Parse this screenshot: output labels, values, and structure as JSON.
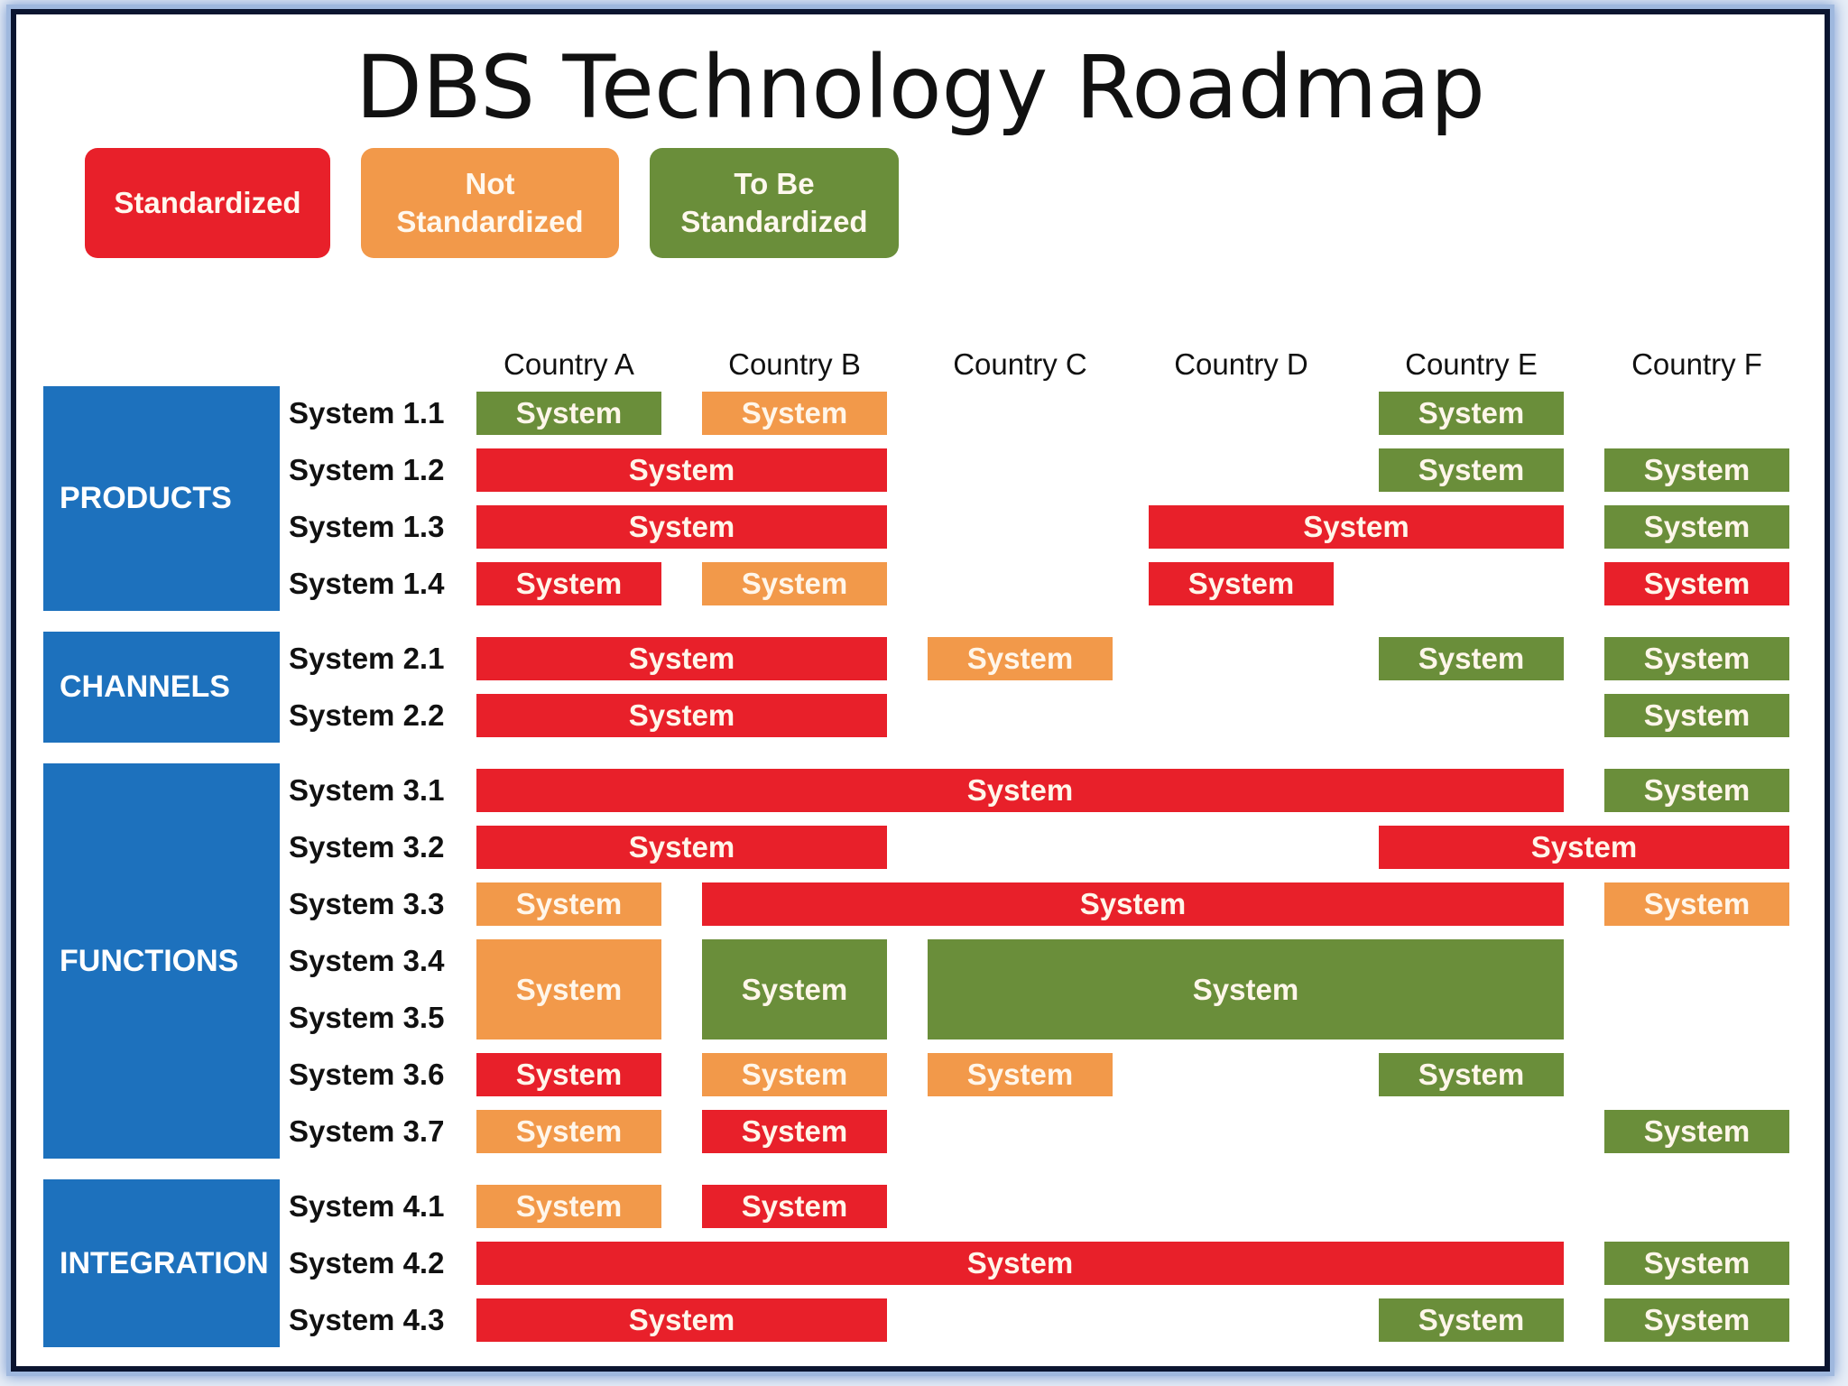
{
  "title": "DBS Technology Roadmap",
  "colors": {
    "standardized": "#e8202a",
    "not_standardized": "#f2994a",
    "to_be_standardized": "#6a8e3a",
    "section": "#1d71bd"
  },
  "legend": [
    {
      "key": "standardized",
      "label": "Standardized"
    },
    {
      "key": "not_standardized",
      "label": "Not\nStandardized"
    },
    {
      "key": "to_be_standardized",
      "label": "To Be\nStandardized"
    }
  ],
  "countries": [
    "Country A",
    "Country B",
    "Country C",
    "Country D",
    "Country E",
    "Country F"
  ],
  "sections": [
    {
      "label": "PRODUCTS",
      "systems": [
        "System 1.1",
        "System 1.2",
        "System 1.3",
        "System 1.4"
      ]
    },
    {
      "label": "CHANNELS",
      "systems": [
        "System 2.1",
        "System 2.2"
      ]
    },
    {
      "label": "FUNCTIONS",
      "systems": [
        "System 3.1",
        "System 3.2",
        "System 3.3",
        "System 3.4",
        "System 3.5",
        "System 3.6",
        "System 3.7"
      ]
    },
    {
      "label": "INTEGRATION",
      "systems": [
        "System 4.1",
        "System 4.2",
        "System 4.3"
      ]
    }
  ],
  "cells": [
    {
      "row": "System 1.1",
      "countries": [
        "Country A"
      ],
      "status": "to_be_standardized",
      "label": "System"
    },
    {
      "row": "System 1.1",
      "countries": [
        "Country B"
      ],
      "status": "not_standardized",
      "label": "System"
    },
    {
      "row": "System 1.1",
      "countries": [
        "Country E"
      ],
      "status": "to_be_standardized",
      "label": "System"
    },
    {
      "row": "System 1.2",
      "countries": [
        "Country A",
        "Country B"
      ],
      "status": "standardized",
      "label": "System"
    },
    {
      "row": "System 1.2",
      "countries": [
        "Country E"
      ],
      "status": "to_be_standardized",
      "label": "System"
    },
    {
      "row": "System 1.2",
      "countries": [
        "Country F"
      ],
      "status": "to_be_standardized",
      "label": "System"
    },
    {
      "row": "System 1.3",
      "countries": [
        "Country A",
        "Country B"
      ],
      "status": "standardized",
      "label": "System"
    },
    {
      "row": "System 1.3",
      "countries": [
        "Country D",
        "Country E"
      ],
      "status": "standardized",
      "label": "System"
    },
    {
      "row": "System 1.3",
      "countries": [
        "Country F"
      ],
      "status": "to_be_standardized",
      "label": "System"
    },
    {
      "row": "System 1.4",
      "countries": [
        "Country A"
      ],
      "status": "standardized",
      "label": "System"
    },
    {
      "row": "System 1.4",
      "countries": [
        "Country B"
      ],
      "status": "not_standardized",
      "label": "System"
    },
    {
      "row": "System 1.4",
      "countries": [
        "Country D"
      ],
      "status": "standardized",
      "label": "System"
    },
    {
      "row": "System 1.4",
      "countries": [
        "Country F"
      ],
      "status": "standardized",
      "label": "System"
    },
    {
      "row": "System 2.1",
      "countries": [
        "Country A",
        "Country B"
      ],
      "status": "standardized",
      "label": "System"
    },
    {
      "row": "System 2.1",
      "countries": [
        "Country C"
      ],
      "status": "not_standardized",
      "label": "System"
    },
    {
      "row": "System 2.1",
      "countries": [
        "Country E"
      ],
      "status": "to_be_standardized",
      "label": "System"
    },
    {
      "row": "System 2.1",
      "countries": [
        "Country F"
      ],
      "status": "to_be_standardized",
      "label": "System"
    },
    {
      "row": "System 2.2",
      "countries": [
        "Country A",
        "Country B"
      ],
      "status": "standardized",
      "label": "System"
    },
    {
      "row": "System 2.2",
      "countries": [
        "Country F"
      ],
      "status": "to_be_standardized",
      "label": "System"
    },
    {
      "row": "System 3.1",
      "countries": [
        "Country A",
        "Country B",
        "Country C",
        "Country D",
        "Country E"
      ],
      "status": "standardized",
      "label": "System"
    },
    {
      "row": "System 3.1",
      "countries": [
        "Country F"
      ],
      "status": "to_be_standardized",
      "label": "System"
    },
    {
      "row": "System 3.2",
      "countries": [
        "Country A",
        "Country B"
      ],
      "status": "standardized",
      "label": "System"
    },
    {
      "row": "System 3.2",
      "countries": [
        "Country E",
        "Country F"
      ],
      "status": "standardized",
      "label": "System"
    },
    {
      "row": "System 3.3",
      "countries": [
        "Country A"
      ],
      "status": "not_standardized",
      "label": "System"
    },
    {
      "row": "System 3.3",
      "countries": [
        "Country B",
        "Country C",
        "Country D",
        "Country E"
      ],
      "status": "standardized",
      "label": "System"
    },
    {
      "row": "System 3.3",
      "countries": [
        "Country F"
      ],
      "status": "not_standardized",
      "label": "System"
    },
    {
      "rows": [
        "System 3.4",
        "System 3.5"
      ],
      "countries": [
        "Country A"
      ],
      "status": "not_standardized",
      "label": "System"
    },
    {
      "rows": [
        "System 3.4",
        "System 3.5"
      ],
      "countries": [
        "Country B"
      ],
      "status": "to_be_standardized",
      "label": "System"
    },
    {
      "rows": [
        "System 3.4",
        "System 3.5"
      ],
      "countries": [
        "Country C",
        "Country D",
        "Country E"
      ],
      "status": "to_be_standardized",
      "label": "System"
    },
    {
      "row": "System 3.6",
      "countries": [
        "Country A"
      ],
      "status": "standardized",
      "label": "System"
    },
    {
      "row": "System 3.6",
      "countries": [
        "Country B"
      ],
      "status": "not_standardized",
      "label": "System"
    },
    {
      "row": "System 3.6",
      "countries": [
        "Country C"
      ],
      "status": "not_standardized",
      "label": "System"
    },
    {
      "row": "System 3.6",
      "countries": [
        "Country E"
      ],
      "status": "to_be_standardized",
      "label": "System"
    },
    {
      "row": "System 3.7",
      "countries": [
        "Country A"
      ],
      "status": "not_standardized",
      "label": "System"
    },
    {
      "row": "System 3.7",
      "countries": [
        "Country B"
      ],
      "status": "standardized",
      "label": "System"
    },
    {
      "row": "System 3.7",
      "countries": [
        "Country F"
      ],
      "status": "to_be_standardized",
      "label": "System"
    },
    {
      "row": "System 4.1",
      "countries": [
        "Country A"
      ],
      "status": "not_standardized",
      "label": "System"
    },
    {
      "row": "System 4.1",
      "countries": [
        "Country B"
      ],
      "status": "standardized",
      "label": "System"
    },
    {
      "row": "System 4.2",
      "countries": [
        "Country A",
        "Country B",
        "Country C",
        "Country D",
        "Country E"
      ],
      "status": "standardized",
      "label": "System"
    },
    {
      "row": "System 4.2",
      "countries": [
        "Country F"
      ],
      "status": "to_be_standardized",
      "label": "System"
    },
    {
      "row": "System 4.3",
      "countries": [
        "Country A",
        "Country B"
      ],
      "status": "standardized",
      "label": "System"
    },
    {
      "row": "System 4.3",
      "countries": [
        "Country E"
      ],
      "status": "to_be_standardized",
      "label": "System"
    },
    {
      "row": "System 4.3",
      "countries": [
        "Country F"
      ],
      "status": "to_be_standardized",
      "label": "System"
    }
  ]
}
